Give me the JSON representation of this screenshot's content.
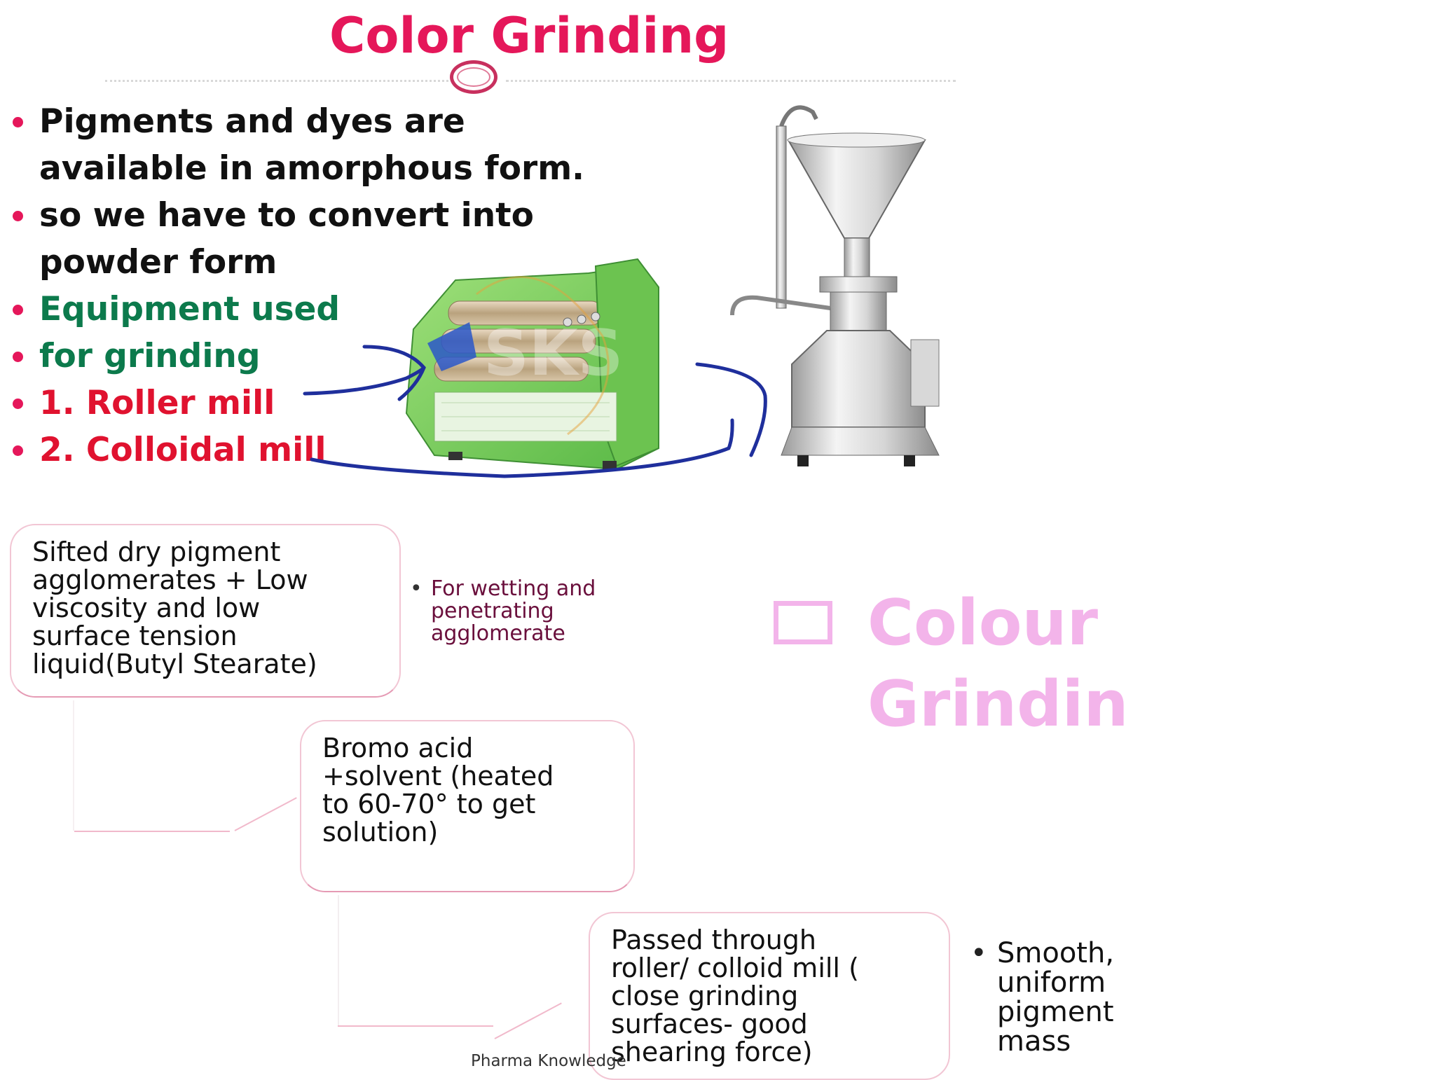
{
  "slide": {
    "title": "Color Grinding",
    "bullets": [
      {
        "text": "Pigments and dyes are",
        "color": "#111111"
      },
      {
        "text": "available in amorphous form.",
        "color": "#111111",
        "continuation": true
      },
      {
        "text": "so we have to convert into",
        "color": "#111111"
      },
      {
        "text": "powder form",
        "color": "#111111",
        "continuation": true
      },
      {
        "text": "Equipment used",
        "color": "#0c7a4c"
      },
      {
        "text": "for grinding",
        "color": "#0c7a4c"
      },
      {
        "text": "1. Roller mill",
        "color": "#e0122f"
      },
      {
        "text": "2. Colloidal mill",
        "color": "#e0122f"
      }
    ]
  },
  "images": {
    "roller_mill": {
      "watermark": "SKS"
    },
    "colloid_mill": {}
  },
  "flow": {
    "step1": {
      "lines": [
        "Sifted dry pigment",
        "agglomerates + Low",
        "viscosity and low",
        "surface tension",
        "liquid(Butyl Stearate)"
      ]
    },
    "step1_note": {
      "lines": [
        "For wetting and",
        "penetrating",
        "agglomerate"
      ]
    },
    "step2": {
      "lines": [
        "Bromo acid",
        "+solvent (heated",
        "to 60-70° to get",
        "solution)"
      ]
    },
    "step3": {
      "lines": [
        "Passed through",
        "roller/ colloid mill (",
        "close grinding",
        "surfaces- good",
        "shearing force)"
      ]
    },
    "step3_note": {
      "lines": [
        "Smooth,",
        "uniform",
        "pigment",
        "mass"
      ]
    }
  },
  "overlay_heading": {
    "line1": "Colour",
    "line2": "Grindin"
  },
  "footer": {
    "text": "Pharma Knowledge"
  },
  "colors": {
    "title": "#e5175a",
    "bullet_dot": "#e5175a",
    "green": "#0c7a4c",
    "red": "#e0122f",
    "pink_heading": "#f3b4ea",
    "arrow_blue": "#1f2f9c"
  }
}
